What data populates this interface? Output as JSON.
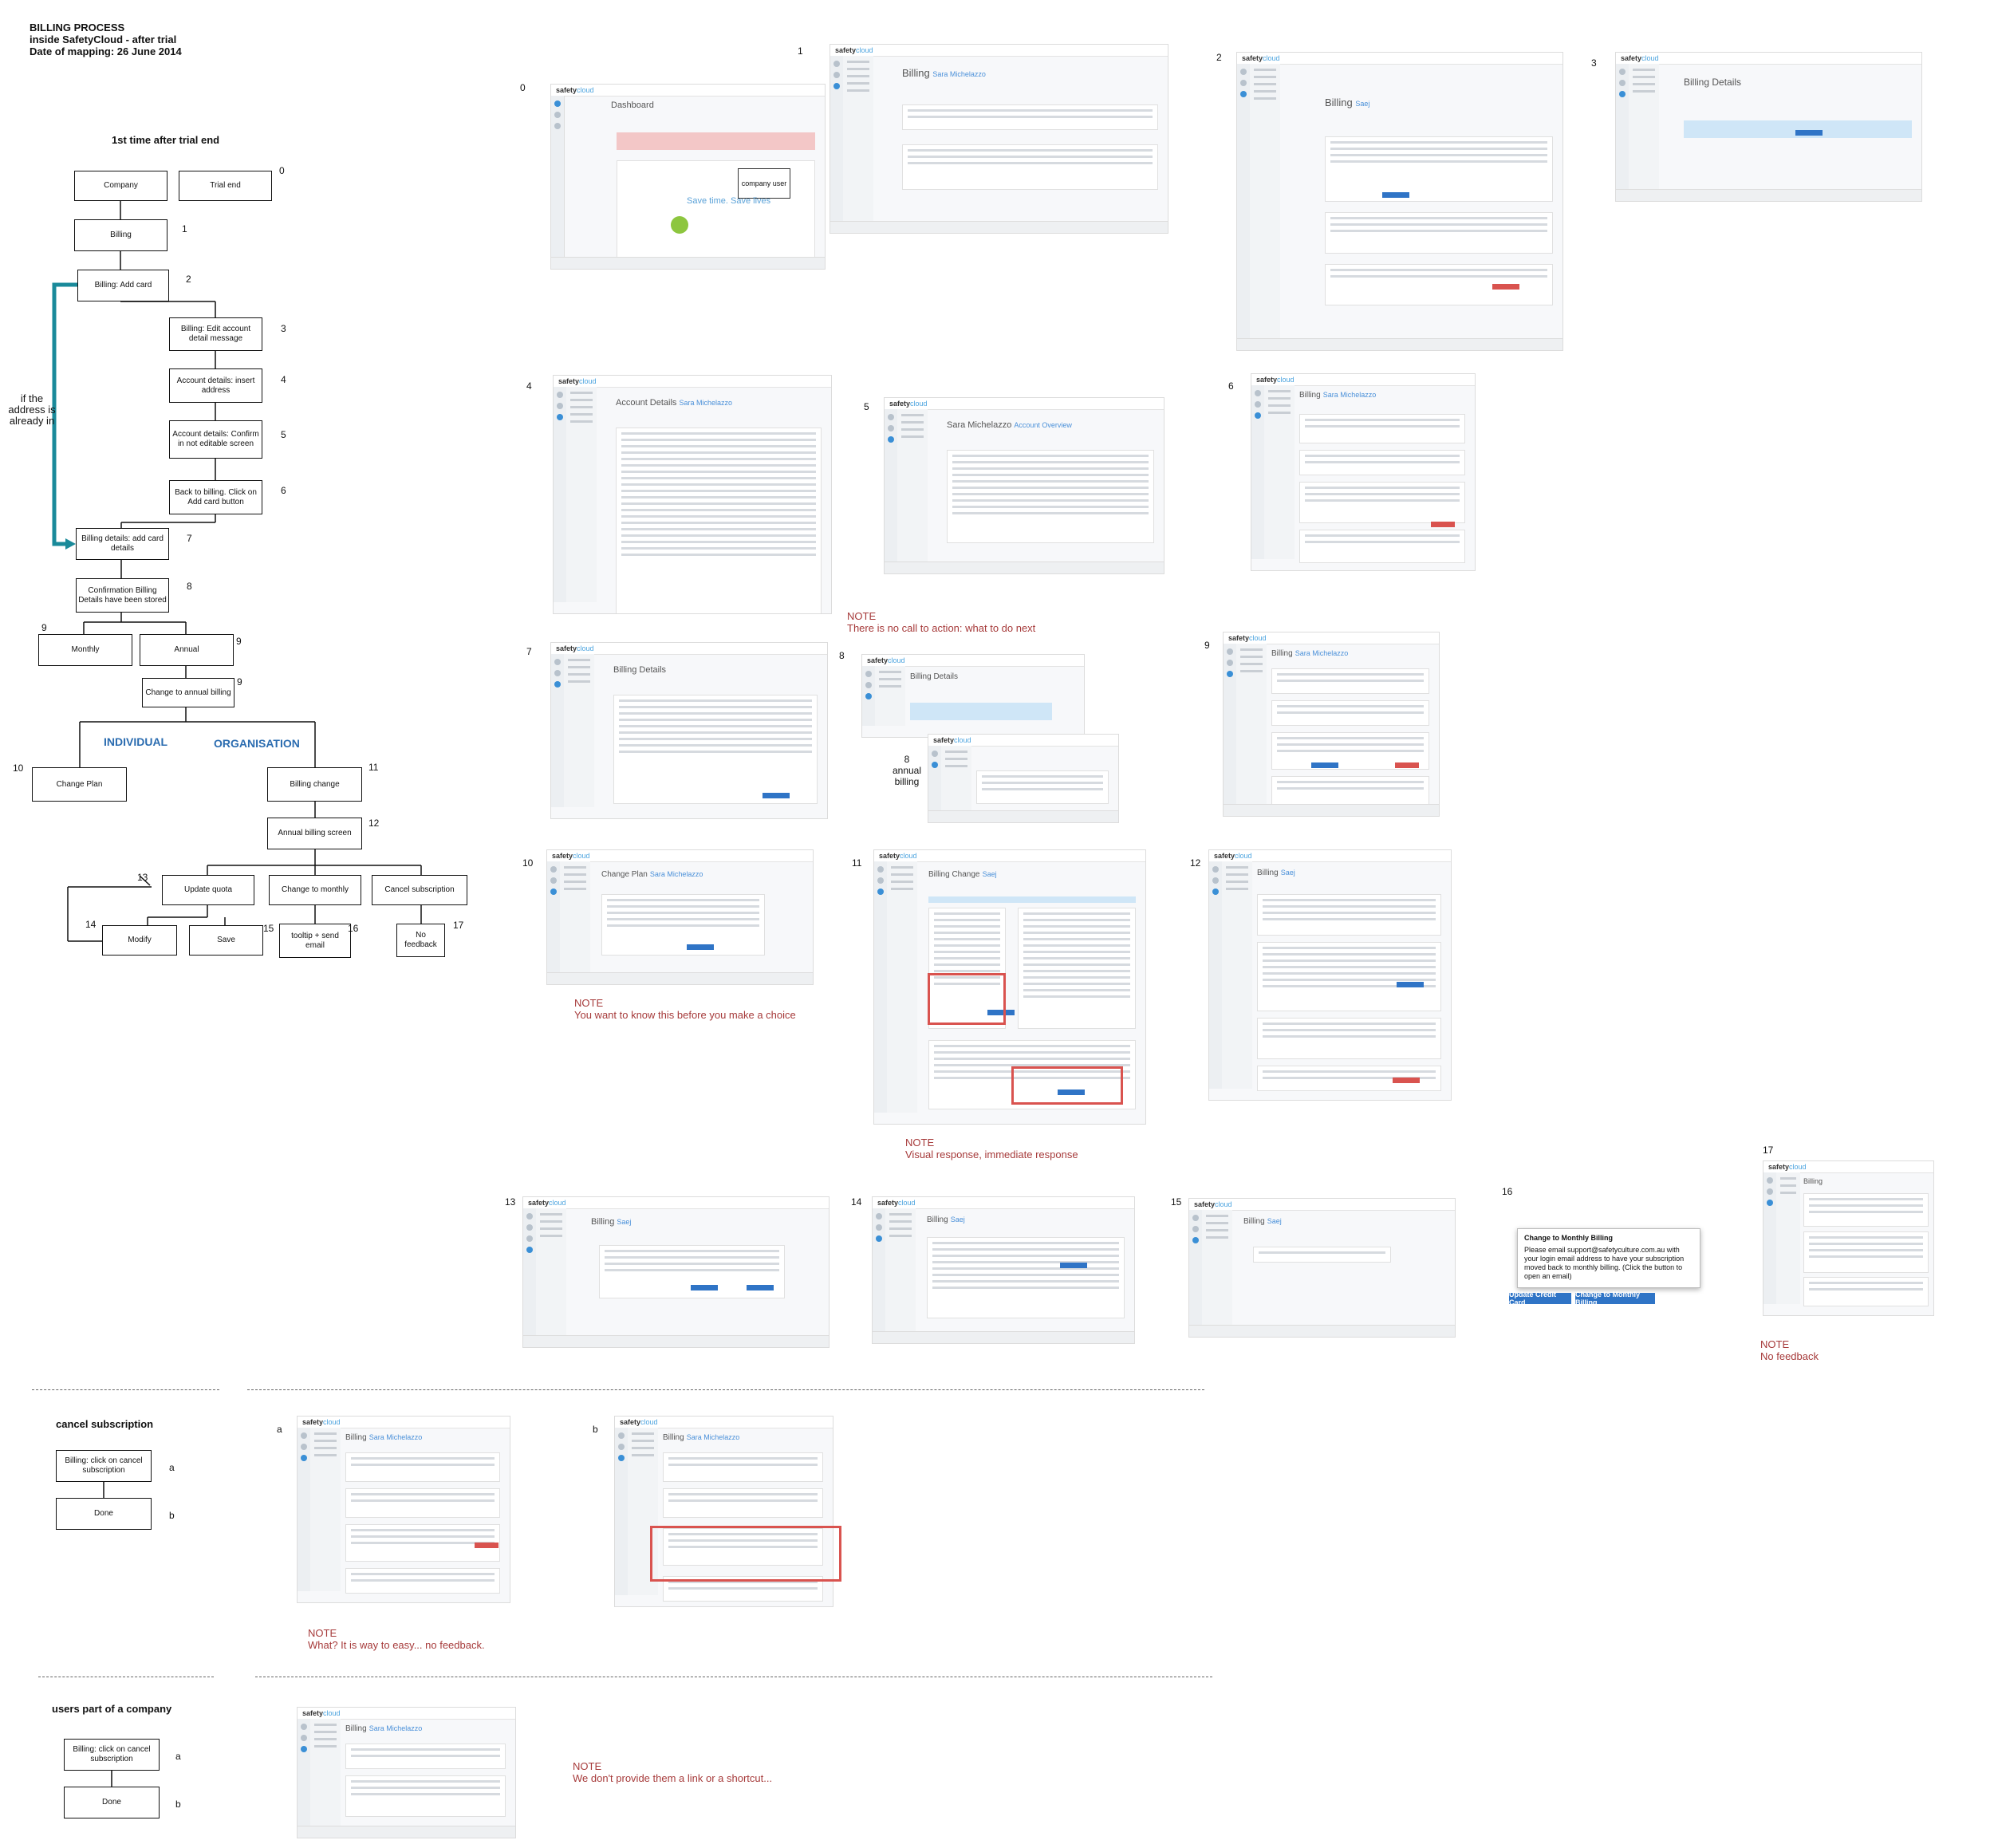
{
  "header": {
    "line1": "BILLING PROCESS",
    "line2": "inside SafetyCloud - after trial",
    "line3": "Date of mapping: 26 June 2014"
  },
  "flow": {
    "title": "1st time after trial end",
    "side_note": "if the address is already in",
    "individual": "INDIVIDUAL",
    "organisation": "ORGANISATION",
    "nodes": {
      "company": "Company",
      "trial_end": "Trial end",
      "billing": "Billing",
      "billing_add_card": "Billing: Add card",
      "billing_edit": "Billing: Edit account detail message",
      "account_insert": "Account details: insert address",
      "account_confirm": "Account details: Confirm in not editable screen",
      "back_billing": "Back to billing. Click on Add card button",
      "billing_add_card_details": "Billing details: add card details",
      "confirmation": "Confirmation Billing Details have been stored",
      "monthly": "Monthly",
      "annual": "Annual",
      "change_annual": "Change to annual billing",
      "change_plan": "Change Plan",
      "billing_change": "Billing change",
      "annual_screen": "Annual billing screen",
      "update_quota": "Update quota",
      "change_monthly": "Change to monthly",
      "cancel_sub": "Cancel subscription",
      "modify": "Modify",
      "save": "Save",
      "tooltip": "tooltip + send email",
      "no_feedback": "No feedback"
    },
    "numbers": {
      "n0": "0",
      "n1": "1",
      "n2": "2",
      "n3": "3",
      "n4": "4",
      "n5": "5",
      "n6": "6",
      "n7": "7",
      "n8": "8",
      "n9a": "9",
      "n9b": "9",
      "n9c": "9",
      "n10": "10",
      "n11": "11",
      "n12": "12",
      "n13": "13",
      "n14": "14",
      "n15": "15",
      "n16": "16",
      "n17": "17"
    }
  },
  "cancel_section": {
    "title": "cancel subscription",
    "step_a": "Billing: click on cancel subscription",
    "step_b": "Done",
    "label_a": "a",
    "label_b": "b"
  },
  "users_section": {
    "title": "users  part of a company",
    "step_a": "Billing: click on cancel subscription",
    "step_b": "Done",
    "label_a": "a",
    "label_b": "b"
  },
  "screens": [
    {
      "num": "0",
      "title": "Dashboard",
      "sub": "",
      "overlay": "company user",
      "slogan": "Save time. Save lives"
    },
    {
      "num": "1",
      "title": "Billing",
      "sub": "Sara Michelazzo"
    },
    {
      "num": "2",
      "title": "Billing",
      "sub": "Saej"
    },
    {
      "num": "3",
      "title": "Billing Details",
      "sub": ""
    },
    {
      "num": "4",
      "title": "Account Details",
      "sub": "Sara Michelazzo"
    },
    {
      "num": "5",
      "title": "Sara Michelazzo",
      "sub": "Account Overview"
    },
    {
      "num": "6",
      "title": "Billing",
      "sub": "Sara Michelazzo"
    },
    {
      "num": "7",
      "title": "Billing Details",
      "sub": ""
    },
    {
      "num": "8",
      "title": "Billing Details",
      "sub": "",
      "annual": "annual billing",
      "annual_num": "8"
    },
    {
      "num": "9",
      "title": "Billing",
      "sub": "Sara Michelazzo"
    },
    {
      "num": "10",
      "title": "Change Plan",
      "sub": "Sara Michelazzo"
    },
    {
      "num": "11",
      "title": "Billing Change",
      "sub": "Saej"
    },
    {
      "num": "12",
      "title": "Billing",
      "sub": "Saej"
    },
    {
      "num": "13",
      "title": "Billing",
      "sub": "Saej"
    },
    {
      "num": "14",
      "title": "Billing",
      "sub": "Saej"
    },
    {
      "num": "15",
      "title": "Billing",
      "sub": "Saej"
    },
    {
      "num": "16",
      "popup_title": "Change to Monthly Billing",
      "popup_text": "Please email support@safetyculture.com.au with your login email address to have your subscription moved back to monthly billing. (Click the button to open an email)",
      "btn1": "Update Credit Card",
      "btn2": "Change to Monthly Billing"
    },
    {
      "num": "17",
      "title": "Billing",
      "sub": ""
    },
    {
      "num": "a",
      "title": "Billing",
      "sub": "Sara Michelazzo"
    },
    {
      "num": "b",
      "title": "Billing",
      "sub": "Sara Michelazzo"
    },
    {
      "num": "",
      "title": "Billing",
      "sub": "Sara Michelazzo"
    }
  ],
  "notes": {
    "n5_label": "NOTE",
    "n5_text": "There is no call to action: what to do next",
    "n10_label": "NOTE",
    "n10_text": "You want to know this before you make a choice",
    "n11_label": "NOTE",
    "n11_text": "Visual response, immediate response",
    "n17_label": "NOTE",
    "n17_text": "No feedback",
    "na_label": "NOTE",
    "na_text": "What? It is way to easy... no feedback.",
    "nu_label": "NOTE",
    "nu_text": "We don't  provide them a link or a shortcut..."
  },
  "colors": {
    "accent": "#2b6cb0",
    "note": "#a63a3a",
    "arrow": "#1a8a9a",
    "highlight": "#d9534f"
  }
}
